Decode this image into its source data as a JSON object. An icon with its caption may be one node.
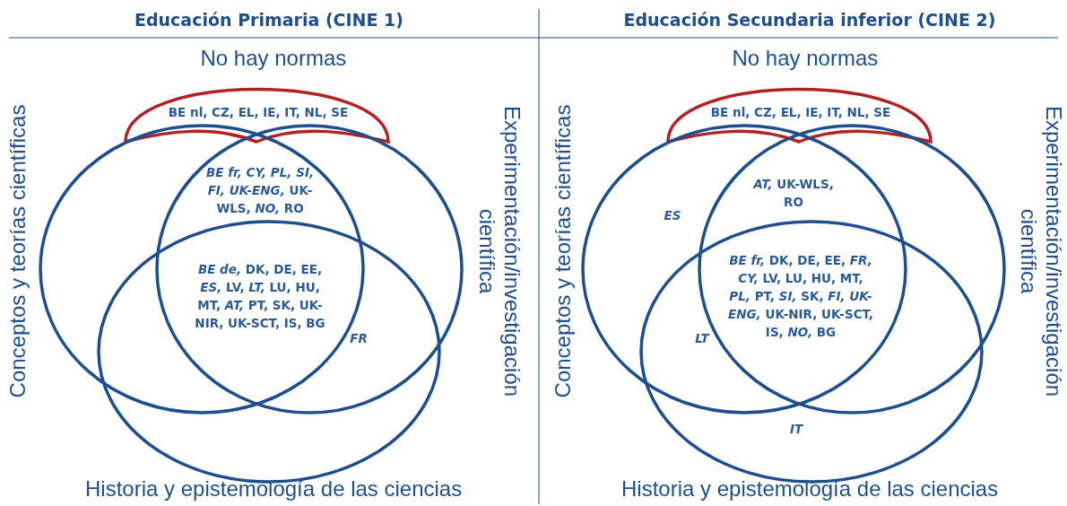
{
  "diagram": {
    "labels": [
      "Educación Primaria (CINE 1)",
      "Educación Secundaria inferior (CINE 2)",
      "No hay normas",
      "No hay normas",
      "Conceptos y teorías científicas",
      "BE nl, CZ, EL, IE, IT, NL, SE",
      "Experimentación/investigación científica",
      "Conceptos y teorías científicas",
      "BE nl, CZ, EL, IE, IT, NL, SE",
      "Experimentación/investigación científica",
      "*BE fr,* *CY,* *PL,* *SI,* *FI,* *UK-ENG,* UK-WLS, *NO,* RO",
      "*AT,* UK-WLS, RO",
      "*ES*",
      "*BE de,* DK, DE, EE, *ES,* LV, *LT,* LU, HU, MT, *AT,* PT, SK, UK-NIR, UK-SCT, IS, BG",
      "*BE fr,* DK, DE, EE, *FR,* *CY,* LV, LU, HU, MT, *PL,* PT, *SI,* SK, *FI,* *UK-ENG,* UK-NIR, UK-SCT, IS, *NO,* BG",
      "*FR*",
      "*LT*",
      "*IT*",
      "Historia y epistemología de las ciencias",
      "Historia y epistemología de las ciencias"
    ]
  }
}
